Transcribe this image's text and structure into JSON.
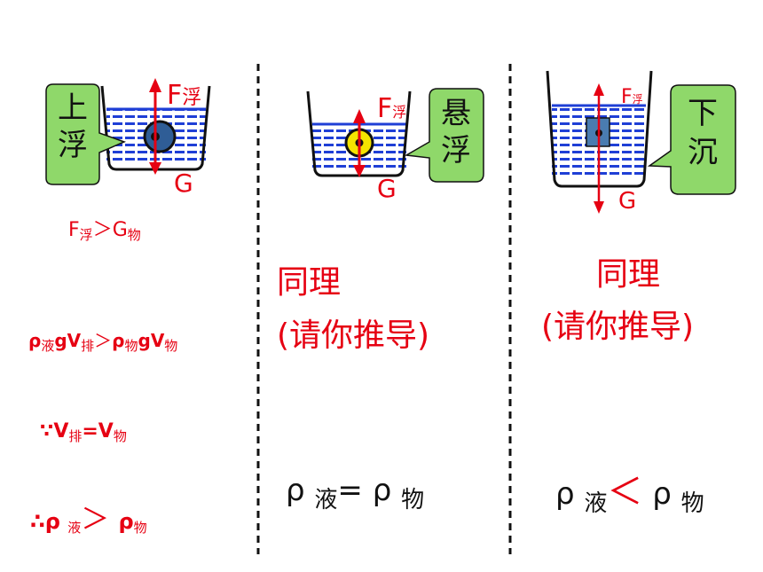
{
  "left": {
    "callout": [
      "上",
      "浮"
    ],
    "force_up": "F",
    "force_up_sub": "浮",
    "force_down": "G",
    "cond_F": "F",
    "cond_F_sub": "浮",
    "cond_gt": "＞",
    "cond_G": "G",
    "cond_G_sub": "物",
    "step1_a": "ρ",
    "step1_a_sub": "液",
    "step1_b": "gV",
    "step1_b_sub": "排",
    "step1_gt": "＞",
    "step1_c": "ρ",
    "step1_c_sub": "物",
    "step1_d": "gV",
    "step1_d_sub": "物",
    "step2_because": "∵",
    "step2_a": "V",
    "step2_a_sub": "排",
    "step2_eq": "=V",
    "step2_b_sub": "物",
    "step3_therefore": "∴",
    "step3_a": "ρ ",
    "step3_a_sub": "液",
    "step3_gt": "＞ ",
    "step3_b": "ρ",
    "step3_b_sub": "物"
  },
  "middle": {
    "callout": [
      "悬",
      "浮"
    ],
    "force_up": "F",
    "force_up_sub": "浮",
    "force_down": "G",
    "same_line1": "同理",
    "same_line2": "(请你推导)",
    "result_a": "ρ ",
    "result_a_sub": "液",
    "result_eq": "= ρ ",
    "result_b_sub": "物"
  },
  "right": {
    "callout": [
      "下",
      "沉"
    ],
    "force_up": "F",
    "force_up_sub": "浮",
    "force_down": "G",
    "same_line1": "同理",
    "same_line2": "(请你推导)",
    "result_a": "ρ ",
    "result_a_sub": "液",
    "result_lt": "＜",
    "result_b": " ρ ",
    "result_b_sub": "物"
  },
  "colors": {
    "liquid": "#1f3fd6",
    "callout_fill": "#8fd86a",
    "arrow": "#e60012",
    "divider": "#111111",
    "ball_left": "#2f5d96",
    "ball_middle": "#f5e400",
    "block_right": "#4a7cb0"
  }
}
